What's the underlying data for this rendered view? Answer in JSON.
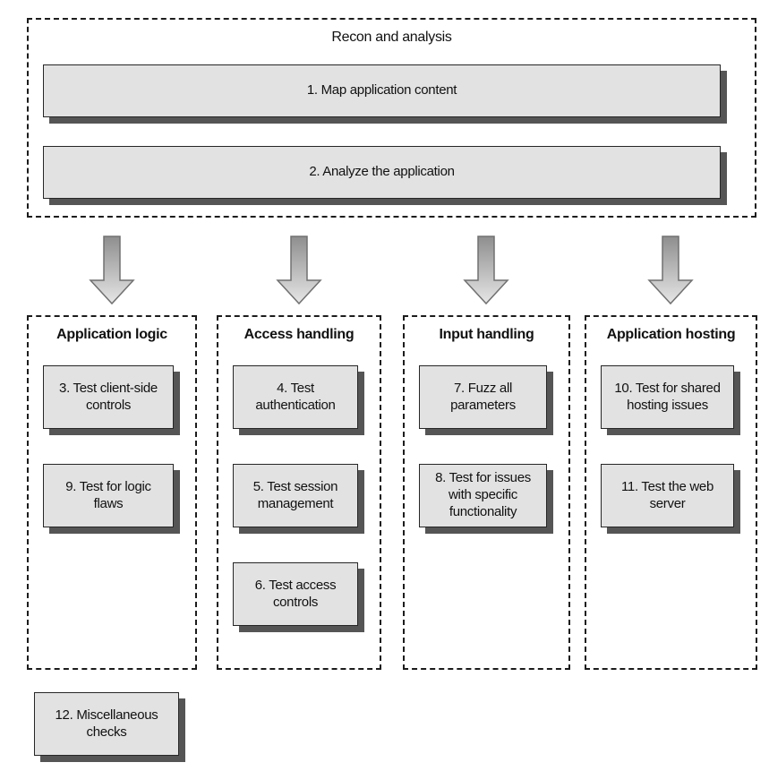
{
  "recon": {
    "title": "Recon and analysis",
    "steps": [
      "1. Map application content",
      "2. Analyze the application"
    ]
  },
  "columns": [
    {
      "title": "Application logic",
      "steps": [
        "3. Test client-side controls",
        "9. Test for logic flaws"
      ]
    },
    {
      "title": "Access handling",
      "steps": [
        "4. Test authentication",
        "5. Test session management",
        "6. Test access controls"
      ]
    },
    {
      "title": "Input handling",
      "steps": [
        "7. Fuzz all parameters",
        "8. Test for issues with specific functionality"
      ]
    },
    {
      "title": "Application hosting",
      "steps": [
        "10. Test for shared hosting issues",
        "11. Test the web server"
      ]
    }
  ],
  "misc": {
    "label": "12. Miscellaneous checks"
  },
  "colors": {
    "background": "#ffffff",
    "box_fill": "#e2e2e2",
    "box_border": "#262626",
    "box_shadow": "#555555",
    "dashed_border": "#1c1c1c",
    "text": "#111111",
    "arrow_gradient_top": "#8e8e8e",
    "arrow_gradient_bottom": "#e6e6e6",
    "arrow_outline": "#707070"
  }
}
